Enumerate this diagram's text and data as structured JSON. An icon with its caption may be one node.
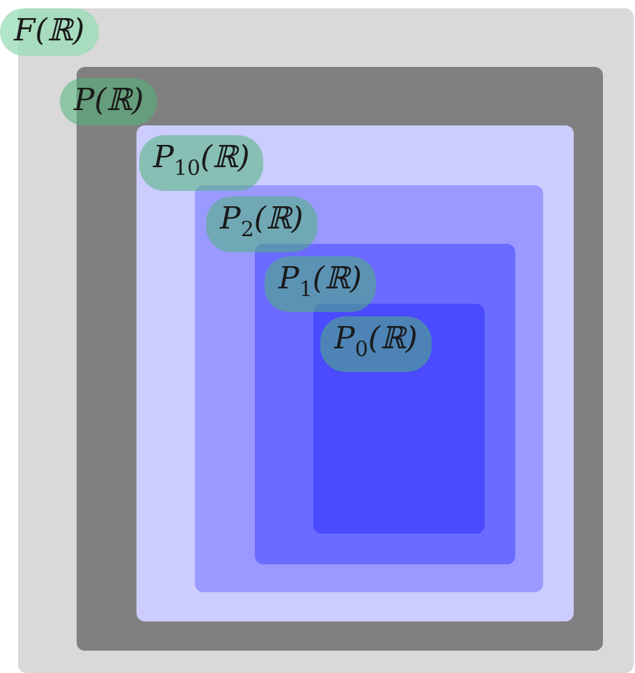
{
  "diagram": {
    "nodes": [
      {
        "text": [
          "F(ℝ)"
        ]
      },
      {
        "text": [
          "P(ℝ)"
        ],
        "in": 0
      },
      {
        "text": [
          "P$_{10}$(ℝ)"
        ],
        "in": 1
      },
      {
        "text": [
          "P$_{2}$(ℝ)"
        ],
        "in": 2
      },
      {
        "text": [
          "P$_{1}$(ℝ)"
        ],
        "in": 3
      },
      {
        "text": [
          "P$_{0}$(ℝ)"
        ],
        "in": 4
      }
    ]
  }
}
